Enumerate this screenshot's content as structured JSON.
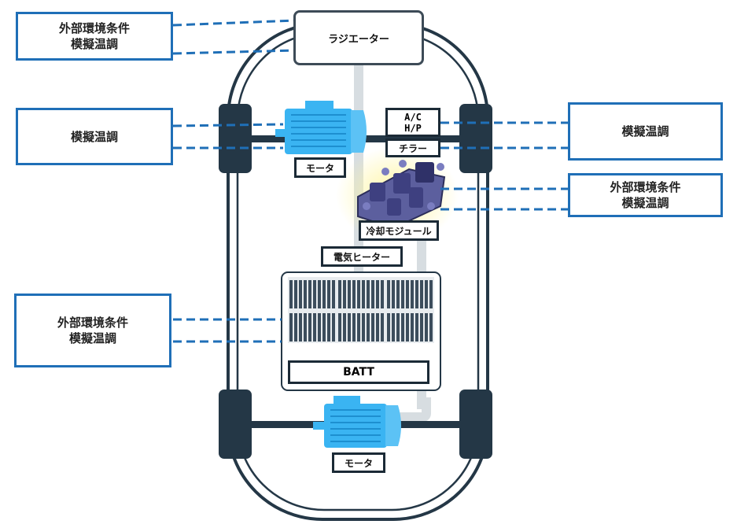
{
  "radiator": "ラジエーター",
  "motor_label": "モータ",
  "ac_hp": [
    "A/C",
    "H/P"
  ],
  "chiller": "チラー",
  "cooling_module": "冷却モジュール",
  "electric_heater": "電気ヒーター",
  "battery": "BATT",
  "external_boxes": {
    "top_left": [
      "外部環境条件",
      "模擬温調"
    ],
    "motor_left": [
      "模擬温調"
    ],
    "motor_right": [
      "模擬温調"
    ],
    "module_right": [
      "外部環境条件",
      "模擬温調"
    ],
    "battery_left": [
      "外部環境条件",
      "模擬温調"
    ]
  },
  "colors": {
    "accent_blue": "#1f6fb7",
    "dark": "#243746",
    "motor_blue": "#3ab4f2",
    "module_purple": "#5c5f9e",
    "glow_yellow": "#fff59a"
  }
}
